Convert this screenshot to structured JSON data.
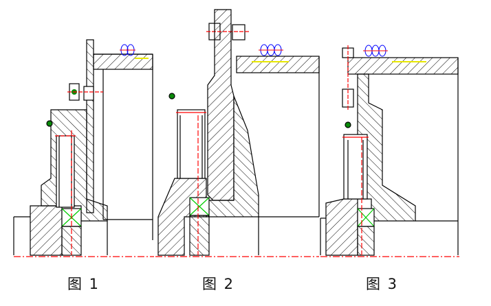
{
  "figures": [
    {
      "caption": "图 1"
    },
    {
      "caption": "图 2"
    },
    {
      "caption": "图 3"
    }
  ],
  "colors": {
    "outline": "#000000",
    "centerline": "#ff0000",
    "weld_symbol": "#0000ff",
    "bearing_mark": "#00cc00",
    "highlight": "#e8e800",
    "background": "#ffffff"
  }
}
